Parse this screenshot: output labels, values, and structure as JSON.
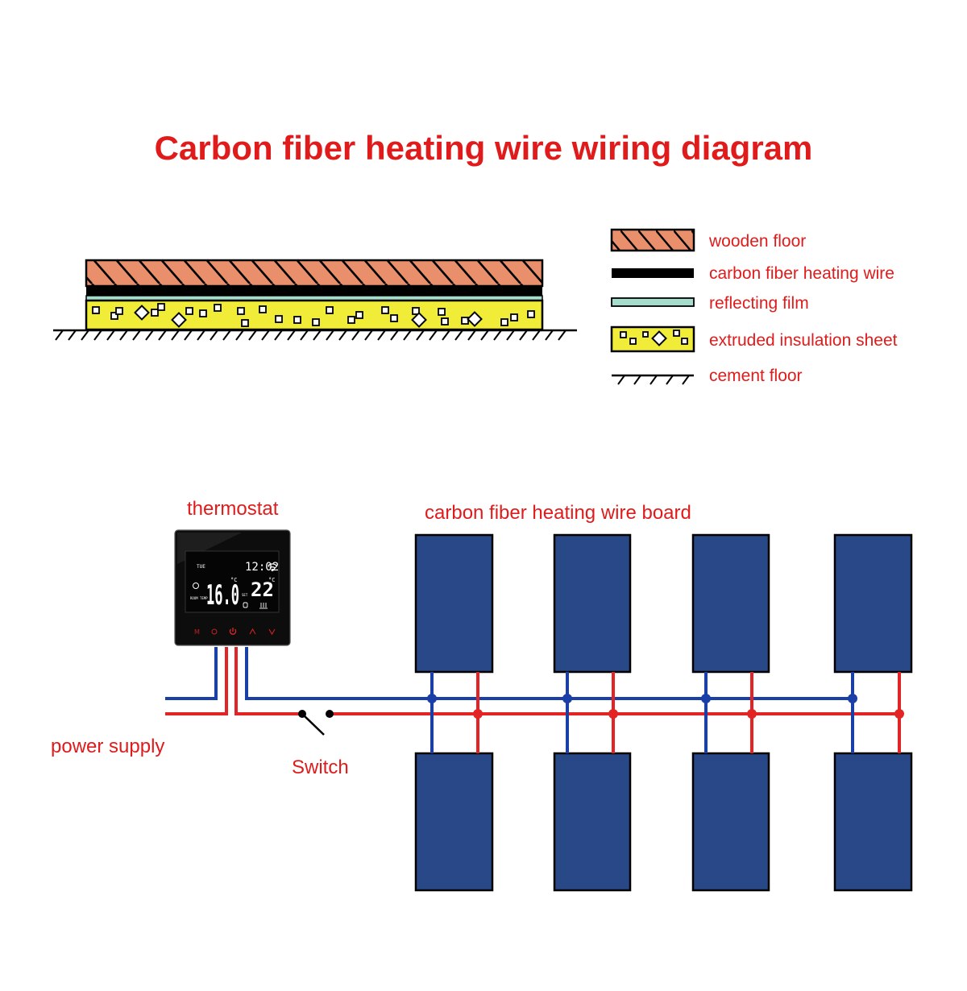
{
  "title": "Carbon fiber heating wire wiring diagram",
  "legend": [
    {
      "key": "wooden_floor",
      "label": "wooden floor"
    },
    {
      "key": "heating_wire",
      "label": "carbon fiber heating wire"
    },
    {
      "key": "reflecting_film",
      "label": "reflecting film"
    },
    {
      "key": "insulation",
      "label": "extruded insulation sheet"
    },
    {
      "key": "cement",
      "label": "cement floor"
    }
  ],
  "labels": {
    "thermostat": "thermostat",
    "board": "carbon fiber heating wire board",
    "power_supply": "power supply",
    "switch": "Switch"
  },
  "thermostat_display": {
    "day": "TUE",
    "time": "12:02",
    "room_temp": "16.0",
    "set_temp": "22",
    "unit": "°C",
    "room_label": "ROOM TEMP",
    "set_label": "SET"
  },
  "colors": {
    "title": "#e01b1b",
    "wood": "#e98f6c",
    "film": "#a6dccb",
    "insulation": "#f1ec38",
    "panel": "#284888",
    "wire_blue": "#1a3fa6",
    "wire_red": "#e32424"
  },
  "icons": [
    "wifi-icon",
    "power-icon",
    "up-arrow-icon",
    "down-arrow-icon",
    "heat-icon",
    "hand-icon",
    "menu-icon",
    "clock-icon"
  ]
}
